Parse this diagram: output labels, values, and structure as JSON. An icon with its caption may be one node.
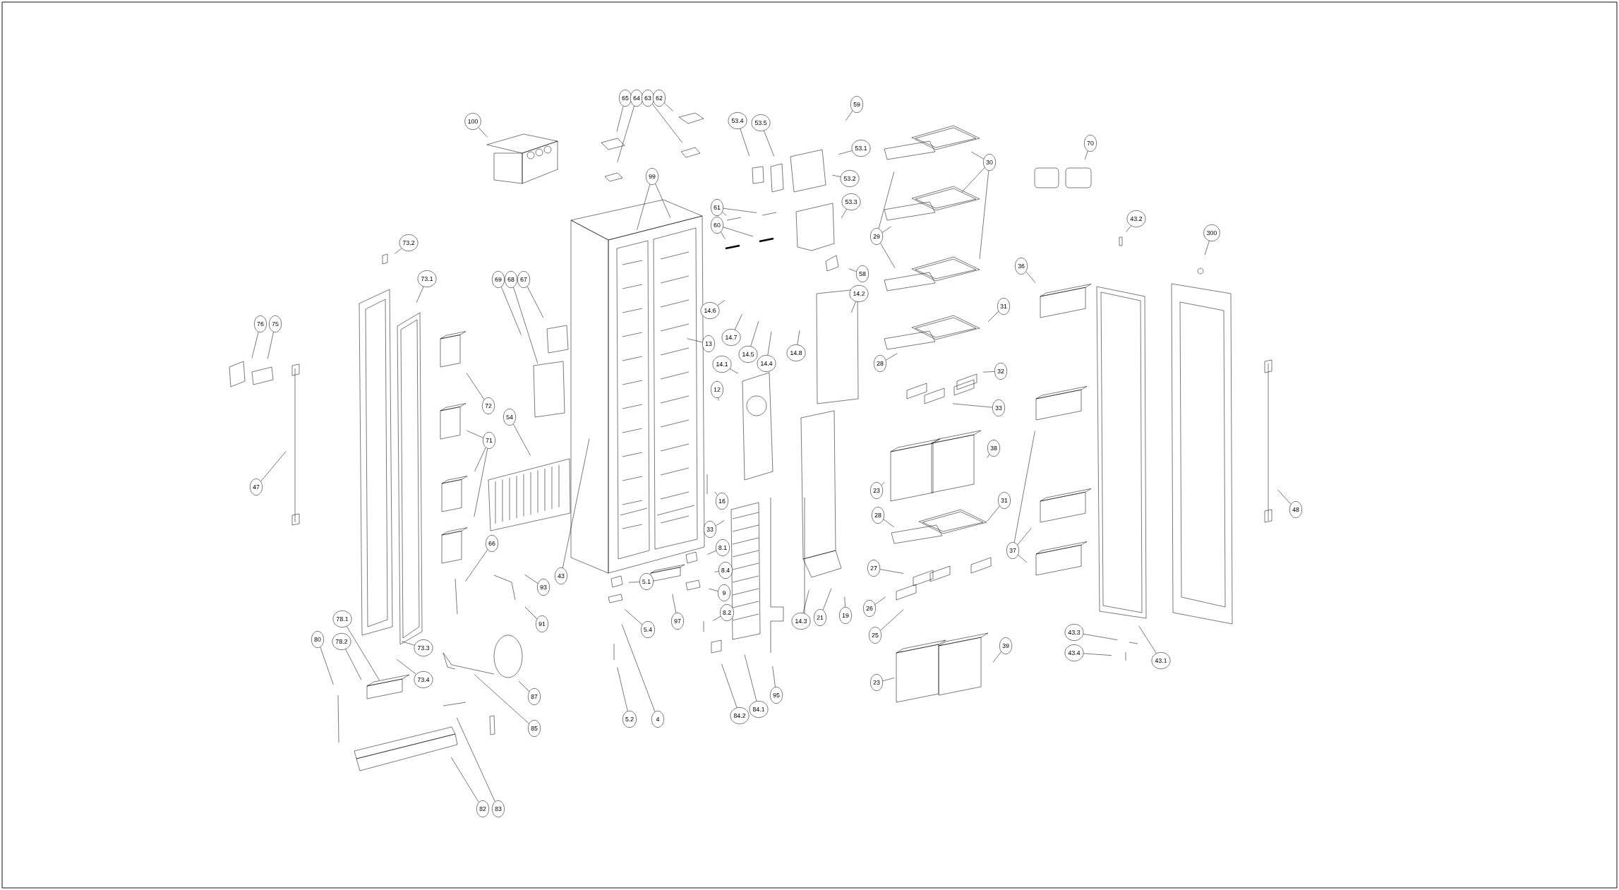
{
  "diagram": {
    "nodes": [
      {
        "text": [
          "100"
        ]
      },
      {
        "text": [
          "65"
        ]
      },
      {
        "text": [
          "64"
        ]
      },
      {
        "text": [
          "63"
        ]
      },
      {
        "text": [
          "62"
        ]
      },
      {
        "text": [
          "53.4"
        ]
      },
      {
        "text": [
          "53.5"
        ]
      },
      {
        "text": [
          "59"
        ]
      },
      {
        "text": [
          "53.1"
        ]
      },
      {
        "text": [
          "70"
        ]
      },
      {
        "text": [
          "30"
        ]
      },
      {
        "text": [
          "99"
        ]
      },
      {
        "text": [
          "53.2"
        ]
      },
      {
        "text": [
          "53.3"
        ]
      },
      {
        "text": [
          "61"
        ]
      },
      {
        "text": [
          "43.2"
        ]
      },
      {
        "text": [
          "60"
        ]
      },
      {
        "text": [
          "300"
        ]
      },
      {
        "text": [
          "29"
        ]
      },
      {
        "text": [
          "73.2"
        ]
      },
      {
        "text": [
          "36"
        ]
      },
      {
        "text": [
          "58"
        ]
      },
      {
        "text": [
          "73.1"
        ]
      },
      {
        "text": [
          "69"
        ]
      },
      {
        "text": [
          "68"
        ]
      },
      {
        "text": [
          "67"
        ]
      },
      {
        "text": [
          "14.2"
        ]
      },
      {
        "text": [
          "31"
        ]
      },
      {
        "text": [
          "14.6"
        ]
      },
      {
        "text": [
          "76"
        ]
      },
      {
        "text": [
          "75"
        ]
      },
      {
        "text": [
          "14.7"
        ]
      },
      {
        "text": [
          "14.5"
        ]
      },
      {
        "text": [
          "13"
        ]
      },
      {
        "text": [
          "14.4"
        ]
      },
      {
        "text": [
          "14.8"
        ]
      },
      {
        "text": [
          "28"
        ]
      },
      {
        "text": [
          "14.1"
        ]
      },
      {
        "text": [
          "32"
        ]
      },
      {
        "text": [
          "12"
        ]
      },
      {
        "text": [
          "72"
        ]
      },
      {
        "text": [
          "33"
        ]
      },
      {
        "text": [
          "54"
        ]
      },
      {
        "text": [
          "71"
        ]
      },
      {
        "text": [
          "38"
        ]
      },
      {
        "text": [
          "47"
        ]
      },
      {
        "text": [
          "23"
        ]
      },
      {
        "text": [
          "16"
        ]
      },
      {
        "text": [
          "31"
        ]
      },
      {
        "text": [
          "48"
        ]
      },
      {
        "text": [
          "28"
        ]
      },
      {
        "text": [
          "33"
        ]
      },
      {
        "text": [
          "8.1"
        ]
      },
      {
        "text": [
          "37"
        ]
      },
      {
        "text": [
          "66"
        ]
      },
      {
        "text": [
          "27"
        ]
      },
      {
        "text": [
          "8.4"
        ]
      },
      {
        "text": [
          "43"
        ]
      },
      {
        "text": [
          "9"
        ]
      },
      {
        "text": [
          "93"
        ]
      },
      {
        "text": [
          "5.1"
        ]
      },
      {
        "text": [
          "21"
        ]
      },
      {
        "text": [
          "19"
        ]
      },
      {
        "text": [
          "91"
        ]
      },
      {
        "text": [
          "8.2"
        ]
      },
      {
        "text": [
          "26"
        ]
      },
      {
        "text": [
          "14.3"
        ]
      },
      {
        "text": [
          "78.1"
        ]
      },
      {
        "text": [
          "97"
        ]
      },
      {
        "text": [
          "5.4"
        ]
      },
      {
        "text": [
          "25"
        ]
      },
      {
        "text": [
          "43.3"
        ]
      },
      {
        "text": [
          "80"
        ]
      },
      {
        "text": [
          "78.2"
        ]
      },
      {
        "text": [
          "39"
        ]
      },
      {
        "text": [
          "43.4"
        ]
      },
      {
        "text": [
          "73.3"
        ]
      },
      {
        "text": [
          "43.1"
        ]
      },
      {
        "text": [
          "73.4"
        ]
      },
      {
        "text": [
          "23"
        ]
      },
      {
        "text": [
          "87"
        ]
      },
      {
        "text": [
          "95"
        ]
      },
      {
        "text": [
          "84.1"
        ]
      },
      {
        "text": [
          "84.2"
        ]
      },
      {
        "text": [
          "5.2"
        ]
      },
      {
        "text": [
          "4"
        ]
      },
      {
        "text": [
          "85"
        ]
      },
      {
        "text": [
          "82"
        ]
      },
      {
        "text": [
          "83"
        ]
      }
    ],
    "edges": [
      {
        "from": 0,
        "to": null,
        "arrow": "none"
      },
      {
        "from": 1,
        "to": null,
        "arrow": "none"
      },
      {
        "from": 2,
        "to": null,
        "arrow": "none"
      },
      {
        "from": 3,
        "to": null,
        "arrow": "none"
      },
      {
        "from": 4,
        "to": null,
        "arrow": "none"
      },
      {
        "from": 5,
        "to": null,
        "arrow": "none"
      },
      {
        "from": 6,
        "to": null,
        "arrow": "none"
      },
      {
        "from": 7,
        "to": null,
        "arrow": "none"
      },
      {
        "from": 8,
        "to": null,
        "arrow": "none"
      },
      {
        "from": 9,
        "to": null,
        "arrow": "none"
      },
      {
        "from": 10,
        "to": null,
        "arrow": "none"
      },
      {
        "from": 10,
        "to": null,
        "arrow": "none"
      },
      {
        "from": 10,
        "to": null,
        "arrow": "none"
      },
      {
        "from": 11,
        "to": null,
        "arrow": "none"
      },
      {
        "from": 11,
        "to": null,
        "arrow": "none"
      },
      {
        "from": 12,
        "to": null,
        "arrow": "none"
      },
      {
        "from": 13,
        "to": null,
        "arrow": "none"
      },
      {
        "from": 14,
        "to": null,
        "arrow": "none"
      },
      {
        "from": 14,
        "to": null,
        "arrow": "none"
      },
      {
        "from": 15,
        "to": null,
        "arrow": "none"
      },
      {
        "from": 16,
        "to": null,
        "arrow": "none"
      },
      {
        "from": 16,
        "to": null,
        "arrow": "none"
      },
      {
        "from": 17,
        "to": null,
        "arrow": "none"
      },
      {
        "from": 18,
        "to": null,
        "arrow": "none"
      },
      {
        "from": 18,
        "to": null,
        "arrow": "none"
      },
      {
        "from": 18,
        "to": null,
        "arrow": "none"
      },
      {
        "from": 19,
        "to": null,
        "arrow": "none"
      },
      {
        "from": 20,
        "to": null,
        "arrow": "none"
      },
      {
        "from": 21,
        "to": null,
        "arrow": "none"
      },
      {
        "from": 22,
        "to": null,
        "arrow": "none"
      },
      {
        "from": 23,
        "to": null,
        "arrow": "none"
      },
      {
        "from": 24,
        "to": null,
        "arrow": "none"
      },
      {
        "from": 25,
        "to": null,
        "arrow": "none"
      },
      {
        "from": 26,
        "to": null,
        "arrow": "none"
      },
      {
        "from": 27,
        "to": null,
        "arrow": "none"
      },
      {
        "from": 28,
        "to": null,
        "arrow": "none"
      },
      {
        "from": 29,
        "to": null,
        "arrow": "none"
      },
      {
        "from": 30,
        "to": null,
        "arrow": "none"
      },
      {
        "from": 31,
        "to": null,
        "arrow": "none"
      },
      {
        "from": 32,
        "to": null,
        "arrow": "none"
      },
      {
        "from": 33,
        "to": null,
        "arrow": "none"
      },
      {
        "from": 34,
        "to": null,
        "arrow": "none"
      },
      {
        "from": 35,
        "to": null,
        "arrow": "none"
      },
      {
        "from": 36,
        "to": null,
        "arrow": "none"
      },
      {
        "from": 37,
        "to": null,
        "arrow": "none"
      },
      {
        "from": 38,
        "to": null,
        "arrow": "none"
      },
      {
        "from": 39,
        "to": null,
        "arrow": "none"
      },
      {
        "from": 40,
        "to": null,
        "arrow": "none"
      },
      {
        "from": 41,
        "to": null,
        "arrow": "none"
      },
      {
        "from": 42,
        "to": null,
        "arrow": "none"
      },
      {
        "from": 43,
        "to": null,
        "arrow": "none"
      },
      {
        "from": 43,
        "to": null,
        "arrow": "none"
      },
      {
        "from": 43,
        "to": null,
        "arrow": "none"
      },
      {
        "from": 44,
        "to": null,
        "arrow": "none"
      },
      {
        "from": 45,
        "to": null,
        "arrow": "none"
      },
      {
        "from": 46,
        "to": null,
        "arrow": "none"
      },
      {
        "from": 47,
        "to": null,
        "arrow": "none"
      },
      {
        "from": 48,
        "to": null,
        "arrow": "none"
      },
      {
        "from": 49,
        "to": null,
        "arrow": "none"
      },
      {
        "from": 50,
        "to": null,
        "arrow": "none"
      },
      {
        "from": 51,
        "to": null,
        "arrow": "none"
      },
      {
        "from": 52,
        "to": null,
        "arrow": "none"
      },
      {
        "from": 53,
        "to": null,
        "arrow": "none"
      },
      {
        "from": 53,
        "to": null,
        "arrow": "none"
      },
      {
        "from": 53,
        "to": null,
        "arrow": "none"
      },
      {
        "from": 54,
        "to": null,
        "arrow": "none"
      },
      {
        "from": 55,
        "to": null,
        "arrow": "none"
      },
      {
        "from": 56,
        "to": null,
        "arrow": "none"
      },
      {
        "from": 57,
        "to": null,
        "arrow": "none"
      },
      {
        "from": 58,
        "to": null,
        "arrow": "none"
      },
      {
        "from": 59,
        "to": null,
        "arrow": "none"
      },
      {
        "from": 60,
        "to": null,
        "arrow": "none"
      },
      {
        "from": 61,
        "to": null,
        "arrow": "none"
      },
      {
        "from": 62,
        "to": null,
        "arrow": "none"
      },
      {
        "from": 63,
        "to": null,
        "arrow": "none"
      },
      {
        "from": 64,
        "to": null,
        "arrow": "none"
      },
      {
        "from": 65,
        "to": null,
        "arrow": "none"
      },
      {
        "from": 66,
        "to": null,
        "arrow": "none"
      },
      {
        "from": 67,
        "to": null,
        "arrow": "none"
      },
      {
        "from": 68,
        "to": null,
        "arrow": "none"
      },
      {
        "from": 69,
        "to": null,
        "arrow": "none"
      },
      {
        "from": 70,
        "to": null,
        "arrow": "none"
      },
      {
        "from": 71,
        "to": null,
        "arrow": "none"
      },
      {
        "from": 72,
        "to": null,
        "arrow": "none"
      },
      {
        "from": 73,
        "to": null,
        "arrow": "none"
      },
      {
        "from": 74,
        "to": null,
        "arrow": "none"
      },
      {
        "from": 75,
        "to": null,
        "arrow": "none"
      },
      {
        "from": 76,
        "to": null,
        "arrow": "none"
      },
      {
        "from": 77,
        "to": null,
        "arrow": "none"
      },
      {
        "from": 78,
        "to": null,
        "arrow": "none"
      },
      {
        "from": 79,
        "to": null,
        "arrow": "none"
      },
      {
        "from": 80,
        "to": null,
        "arrow": "none"
      },
      {
        "from": 81,
        "to": null,
        "arrow": "none"
      },
      {
        "from": 82,
        "to": null,
        "arrow": "none"
      },
      {
        "from": 83,
        "to": null,
        "arrow": "none"
      },
      {
        "from": 84,
        "to": null,
        "arrow": "none"
      },
      {
        "from": 85,
        "to": null,
        "arrow": "none"
      },
      {
        "from": 86,
        "to": null,
        "arrow": "none"
      },
      {
        "from": 87,
        "to": null,
        "arrow": "none"
      },
      {
        "from": 88,
        "to": null,
        "arrow": "none"
      }
    ]
  }
}
